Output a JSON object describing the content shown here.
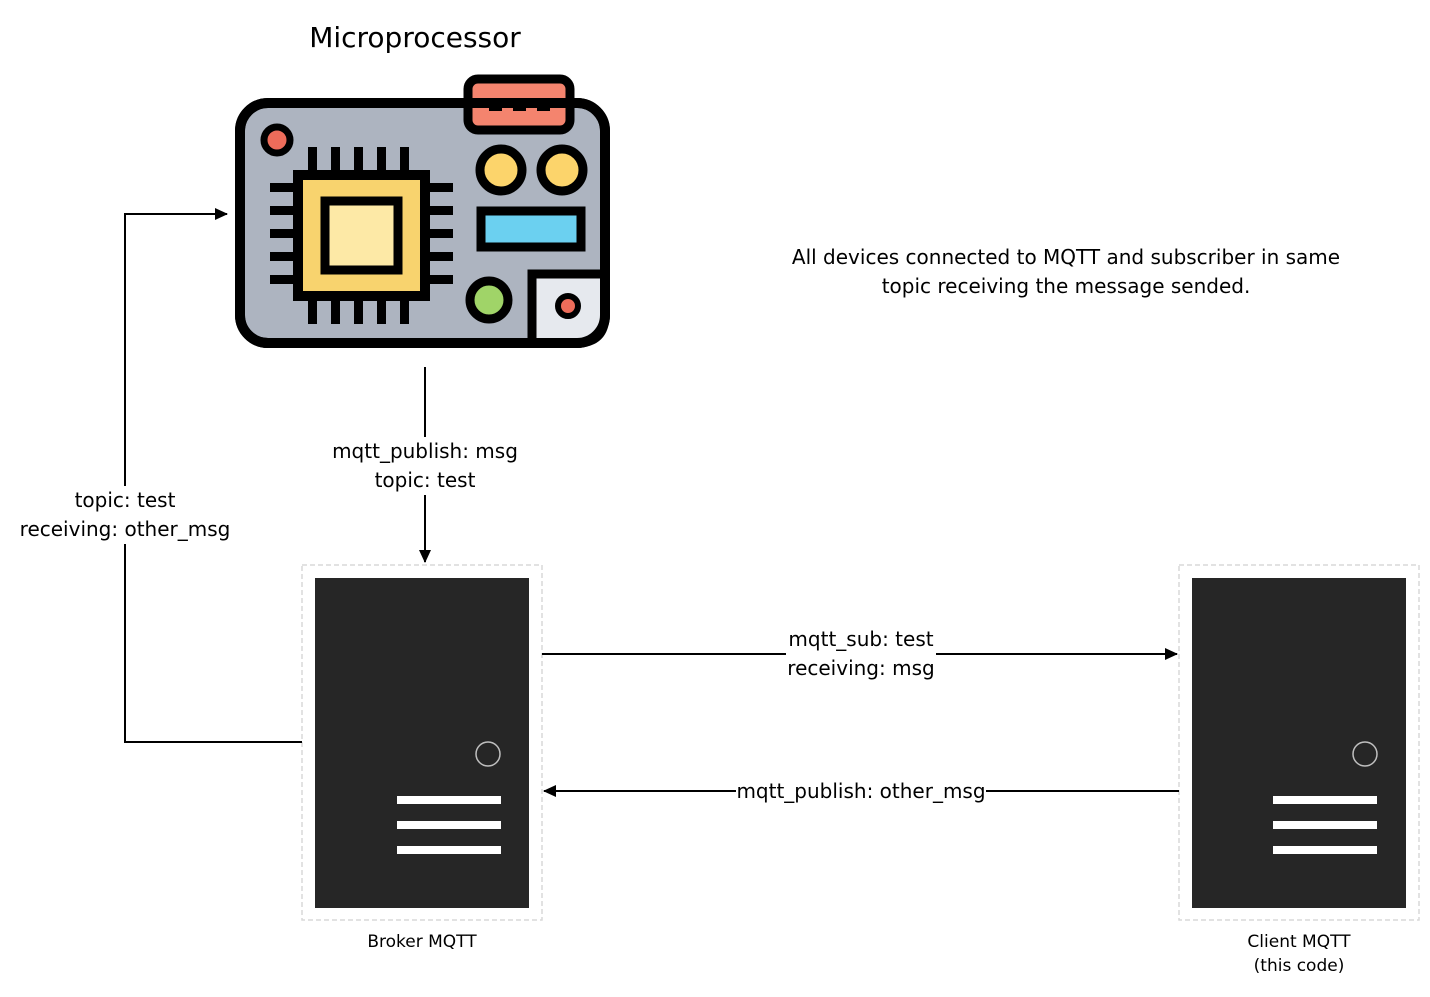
{
  "title": "Microprocessor",
  "note": {
    "line1": "All devices connected to MQTT and subscriber in same",
    "line2": "topic receiving the message sended."
  },
  "edges": {
    "publish_to_broker": {
      "line1": "mqtt_publish: msg",
      "line2": "topic: test"
    },
    "broker_to_micro": {
      "line1": "topic: test",
      "line2": "receiving: other_msg"
    },
    "broker_to_client": {
      "line1": "mqtt_sub: test",
      "line2": "receiving: msg"
    },
    "client_to_broker": {
      "line1": "mqtt_publish: other_msg"
    }
  },
  "nodes": {
    "broker": {
      "label": "Broker MQTT"
    },
    "client": {
      "label_line1": "Client MQTT",
      "label_line2": "(this code)"
    }
  },
  "colors": {
    "line": "#000000",
    "server_body": "#262626",
    "server_frame": "#d9d9d9",
    "board": "#adb4c0",
    "chip_outer": "#f8d36e",
    "chip_inner": "#fde9a6",
    "connector": "#f4846e",
    "led_yellow": "#fcd46b",
    "led_green": "#a0d468",
    "slot_blue": "#6bd0f0",
    "dot_red": "#ed6c5a",
    "corner_panel": "#e6e9ee"
  },
  "icons": {
    "microprocessor": "circuit-board-icon",
    "server": "server-tower-icon"
  }
}
